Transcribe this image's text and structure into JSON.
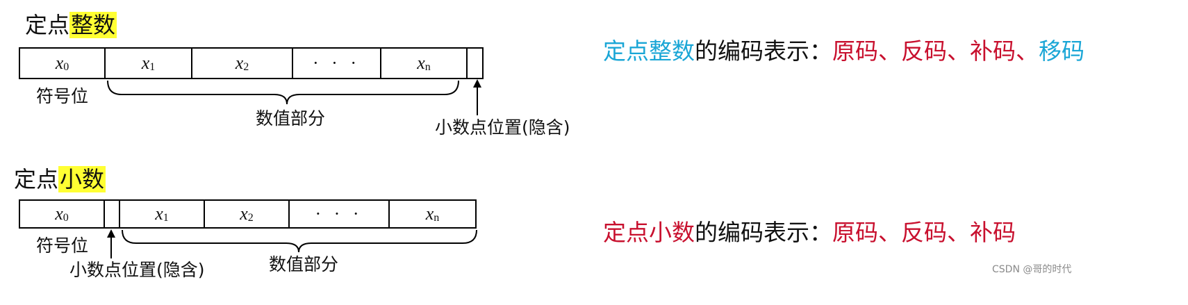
{
  "integer": {
    "title_prefix": "定点",
    "title_highlight": "整数",
    "cells": [
      {
        "var": "x",
        "sub": "0"
      },
      {
        "var": "x",
        "sub": "1"
      },
      {
        "var": "x",
        "sub": "2"
      },
      {
        "var": "",
        "sub": "",
        "text": "· · ·"
      },
      {
        "var": "x",
        "sub": "n"
      },
      {
        "var": "",
        "sub": ""
      }
    ],
    "sign_label": "符号位",
    "value_label": "数值部分",
    "point_label": "小数点位置(隐含)"
  },
  "fraction": {
    "title_prefix": "定点",
    "title_highlight": "小数",
    "cells": [
      {
        "var": "x",
        "sub": "0"
      },
      {
        "var": "",
        "sub": ""
      },
      {
        "var": "x",
        "sub": "1"
      },
      {
        "var": "x",
        "sub": "2"
      },
      {
        "var": "",
        "sub": "",
        "text": "· · ·"
      },
      {
        "var": "x",
        "sub": "n"
      }
    ],
    "sign_label": "符号位",
    "value_label": "数值部分",
    "point_label": "小数点位置(隐含)"
  },
  "integer_encoding": {
    "subject": "定点整数",
    "middle": "的编码表示：",
    "codes": [
      "原码",
      "、",
      "反码",
      "、",
      "补码",
      "、",
      "移码"
    ]
  },
  "fraction_encoding": {
    "subject": "定点小数",
    "middle": "的编码表示：",
    "codes": [
      "原码",
      "、",
      "反码",
      "、",
      "补码"
    ]
  },
  "colors": {
    "cyan": "#1aa6d6",
    "red": "#c8102e",
    "highlight": "#ffff33"
  },
  "watermark": "CSDN @哥的时代"
}
